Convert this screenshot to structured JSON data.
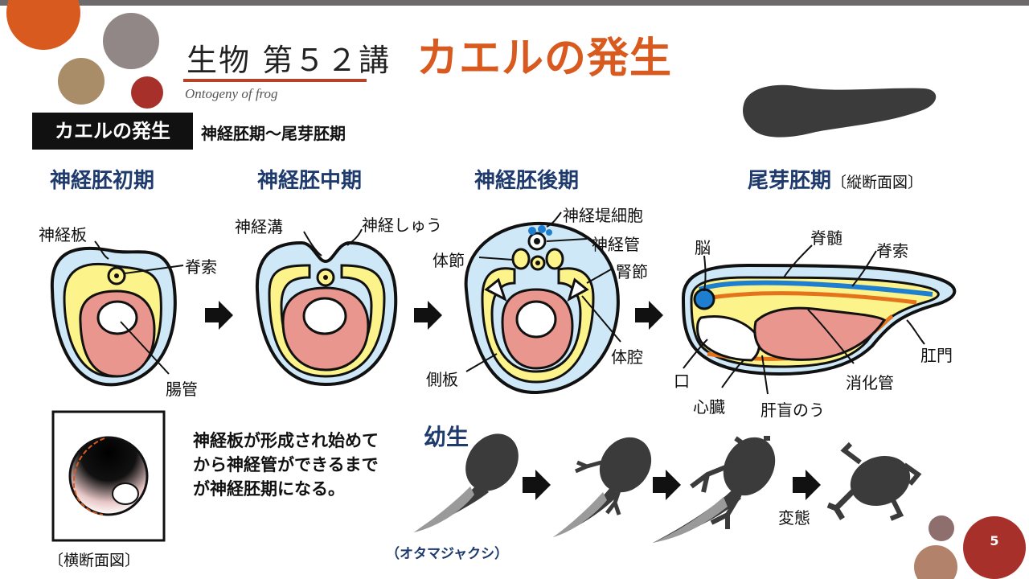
{
  "header": {
    "title": "生物 第５２講",
    "title_accent": "カエルの発生",
    "subtitle": "Ontogeny of frog"
  },
  "section": {
    "label": "カエルの発生",
    "sub": "神経胚期～尾芽胚期"
  },
  "stages": [
    {
      "title": "神経胚初期",
      "note": ""
    },
    {
      "title": "神経胚中期",
      "note": ""
    },
    {
      "title": "神経胚後期",
      "note": ""
    },
    {
      "title": "尾芽胚期",
      "note": "〔縦断面図〕"
    }
  ],
  "labels": {
    "shinkeiban": "神経板",
    "sekisaku1": "脊索",
    "chokan": "腸管",
    "shinkeiko": "神経溝",
    "shinkeishu": "神経しゅう",
    "shinkeitei": "神経堤細胞",
    "shinkeikan": "神経管",
    "taisetsu": "体節",
    "jinsetsu": "腎節",
    "taikou": "体腔",
    "sokuban": "側板",
    "nou": "脳",
    "sekizui": "脊髄",
    "sekisaku2": "脊索",
    "koumon": "肛門",
    "kuchi": "口",
    "shouka": "消化管",
    "shinzou": "心臓",
    "kanmou": "肝盲のう"
  },
  "cross_section_label": "〔横断面図〕",
  "description": "神経板が形成され始めてから神経管ができるまでが神経胚期になる。",
  "larva": {
    "title": "幼生",
    "tadpole_label": "（オタマジャクシ）",
    "metamorphosis_label": "変態"
  },
  "page_number": "5",
  "colors": {
    "accent": "#d85a1f",
    "navy": "#1f3b6e",
    "ectoderm": "#cfe8f7",
    "mesoderm": "#fcf38a",
    "endoderm": "#e9978e",
    "neural": "#1e7fd0",
    "notochord": "#e5731b",
    "silhouette": "#3b3b3b"
  }
}
